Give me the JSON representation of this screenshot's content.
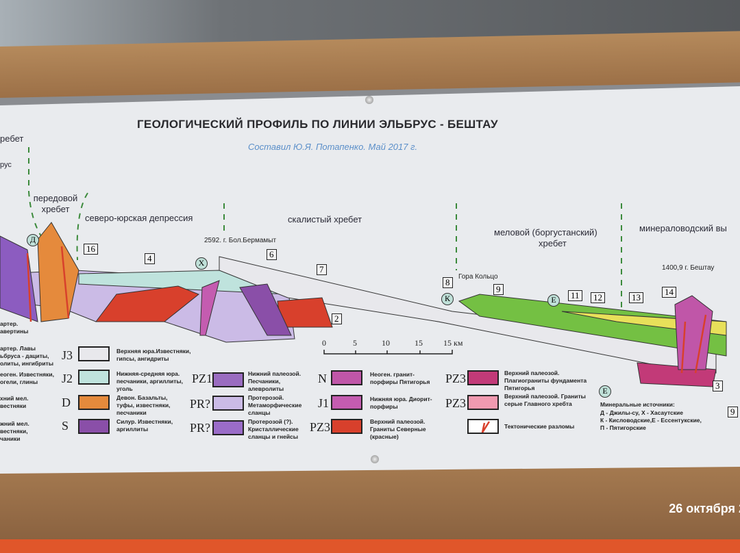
{
  "title": "ГЕОЛОГИЧЕСКИЙ ПРОФИЛЬ ПО ЛИНИИ ЭЛЬБРУС - БЕШТАУ",
  "subtitle": "Составил Ю.Я. Потапенко. Май 2017 г.",
  "regions": {
    "main_ridge": "ребет",
    "elbrus": "рус",
    "front_ridge": "передовой хребет",
    "north_jurassic": "северо-юрская депрессия",
    "rocky_ridge": "скалистый хребет",
    "chalk_ridge_1": "меловой (боргустанский)",
    "chalk_ridge_2": "хребет",
    "mineralovodsky": "минераловодский вы"
  },
  "peaks": {
    "bermamyt": "2592. г. Бол.Бермамыт",
    "koltso": "Гора Кольцо",
    "beshtau": "1400,9 г. Бештау"
  },
  "numbers": [
    "16",
    "4",
    "6",
    "7",
    "2",
    "8",
    "9",
    "11",
    "12",
    "13",
    "14",
    "3",
    "9"
  ],
  "springs_markers": [
    "Д",
    "Х",
    "К",
    "Е",
    "Е"
  ],
  "scale": {
    "ticks": [
      "0",
      "5",
      "10",
      "15"
    ],
    "end_label": "15 км"
  },
  "legend_left_partial": [
    "артер. \nавертины",
    "артер. Лавы\nьбруса - дациты,\nолиты, ингибриты",
    "еоген. Известняки,\nогели, глины",
    "хний мел.\nвестняки",
    "жний мел.\nвестняки,\nчаники"
  ],
  "legend": [
    {
      "symbol": "J3",
      "text": "Верхняя юра.Известняки, гипсы, ангидриты",
      "color": "#e8e8ec"
    },
    {
      "symbol": "J2",
      "text": "Нижняя-средняя юра. песчаники, аргиллиты, уголь",
      "color": "#bfe3dd"
    },
    {
      "symbol": "D",
      "text": "Девон. Базальты, туфы, известняки, песчаники",
      "color": "#e58a3c"
    },
    {
      "symbol": "S",
      "text": "Силур. Известняки, аргиллиты",
      "color": "#8a4fa8"
    },
    {
      "symbol": "PZ1",
      "text": "Нижний палеозой. Песчаники, алевролиты",
      "color": "#9a6cc0"
    },
    {
      "symbol": "PR?",
      "text": "Протерозой. Метаморфические сланцы",
      "color": "#cbbbe6"
    },
    {
      "symbol": "PR?",
      "text": "Протерозой (?). Кристаллические сланцы и гнейсы",
      "color": "#9a6cc8"
    },
    {
      "symbol": "N",
      "text": "Неоген. гранит-порфиры Пятигорья",
      "color": "#c056a8"
    },
    {
      "symbol": "J1",
      "text": "Нижняя юра. Диорит-порфиры",
      "color": "#c45cb0"
    },
    {
      "symbol": "PZ3",
      "text": "Верхний палеозой. Граниты Северные (красные)",
      "color": "#d8402c"
    },
    {
      "symbol": "PZ3",
      "text": "Верхний палеозой. Плагиограниты фундамента Пятигорья",
      "color": "#c23a78"
    },
    {
      "symbol": "PZ3",
      "text": "Верхний палеозой. Граниты серые Главного хребта",
      "color": "#f09ab0"
    },
    {
      "symbol": "",
      "text": "Тектонические разломы",
      "color": "#ffffff"
    }
  ],
  "springs": {
    "marker": "Е",
    "heading": "Минеральные источники:",
    "lines": [
      "Д - Джилы-су, Х - Хасаутские",
      "К - Кисловодские,Е - Ессентукские,",
      "П - Пятигорские"
    ]
  },
  "photo_date": "26 октября 2"
}
